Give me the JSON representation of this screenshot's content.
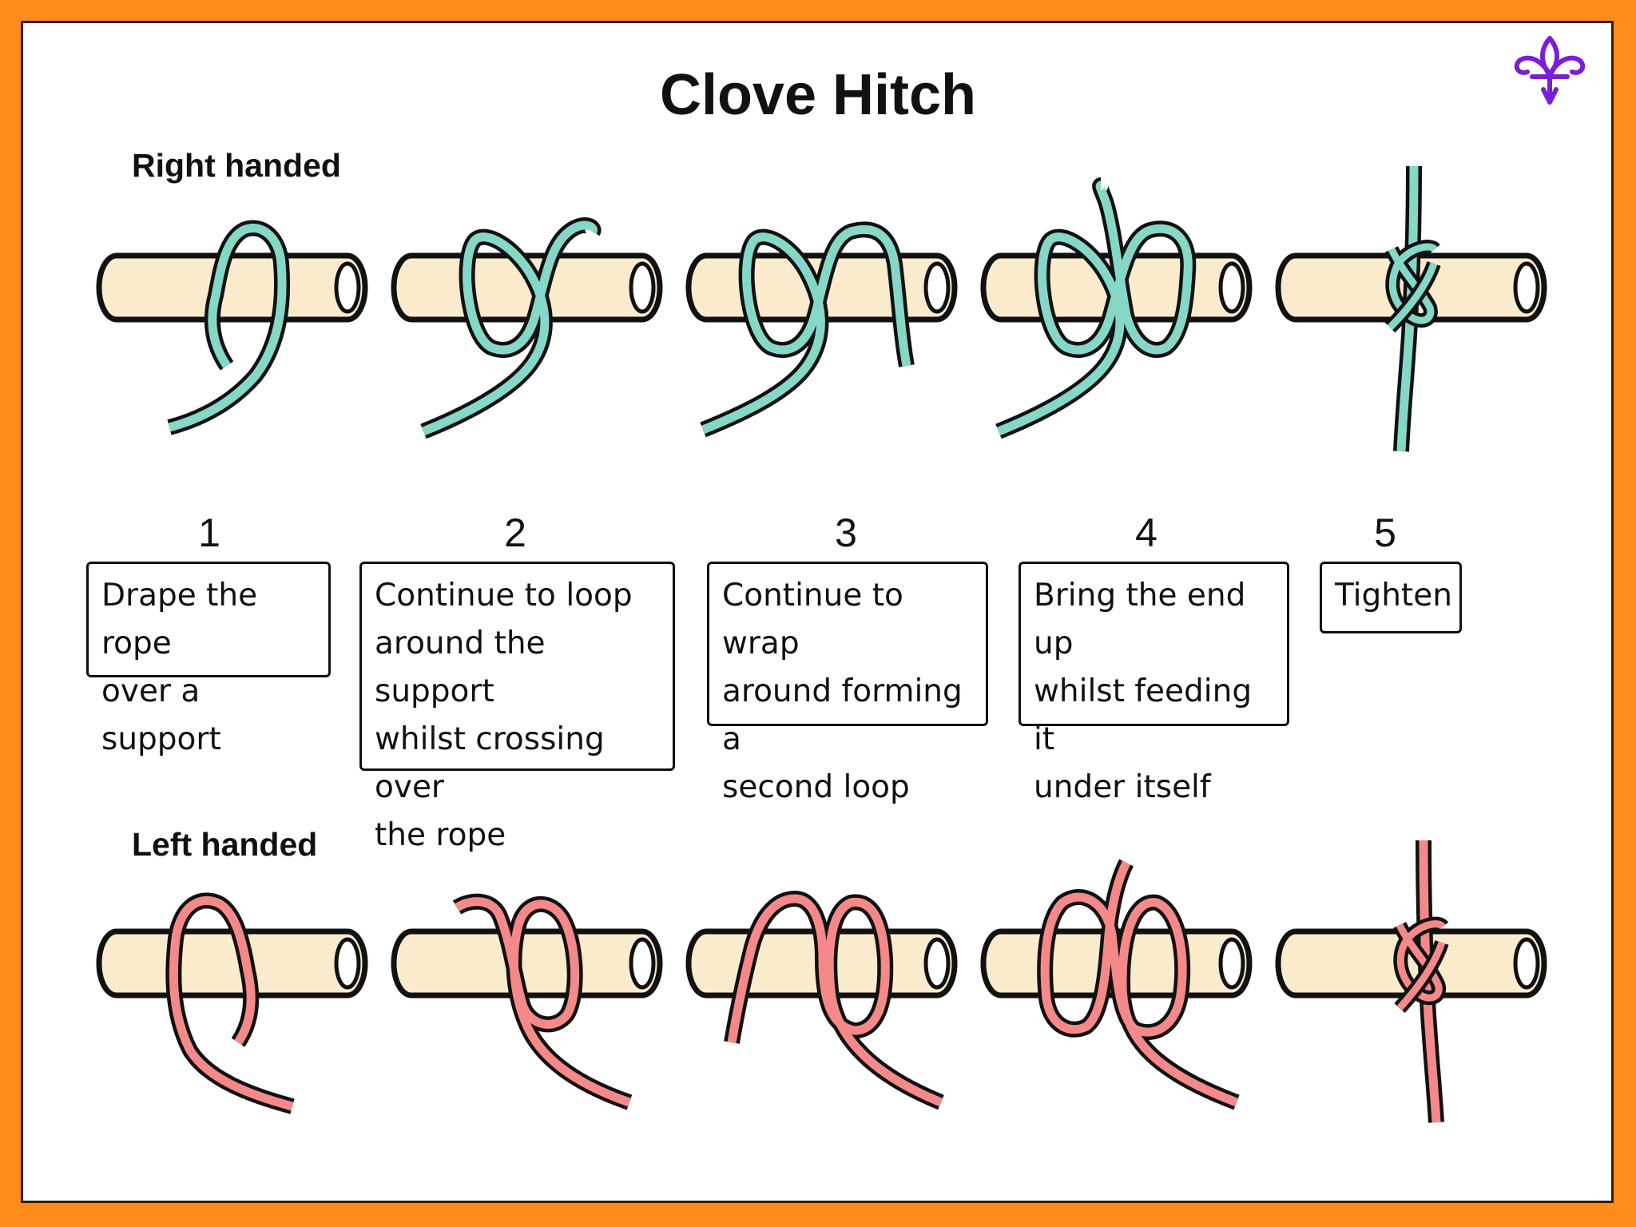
{
  "title": "Clove Hitch",
  "sections": {
    "right": "Right handed",
    "left": "Left handed"
  },
  "logo_icon": "fleur-de-lis-icon",
  "colors": {
    "border": "#ff8c1a",
    "support": "#fbebcd",
    "rope_right": "#85d8c8",
    "rope_left": "#f58989",
    "logo": "#7a1fd6"
  },
  "steps": [
    {
      "number": "1",
      "text": "Drape the rope\nover a support"
    },
    {
      "number": "2",
      "text": "Continue to loop\naround the support\nwhilst crossing over\nthe rope"
    },
    {
      "number": "3",
      "text": "Continue to wrap\naround forming a\nsecond loop"
    },
    {
      "number": "4",
      "text": "Bring the end up\nwhilst feeding it\nunder itself"
    },
    {
      "number": "5",
      "text": "Tighten"
    }
  ]
}
